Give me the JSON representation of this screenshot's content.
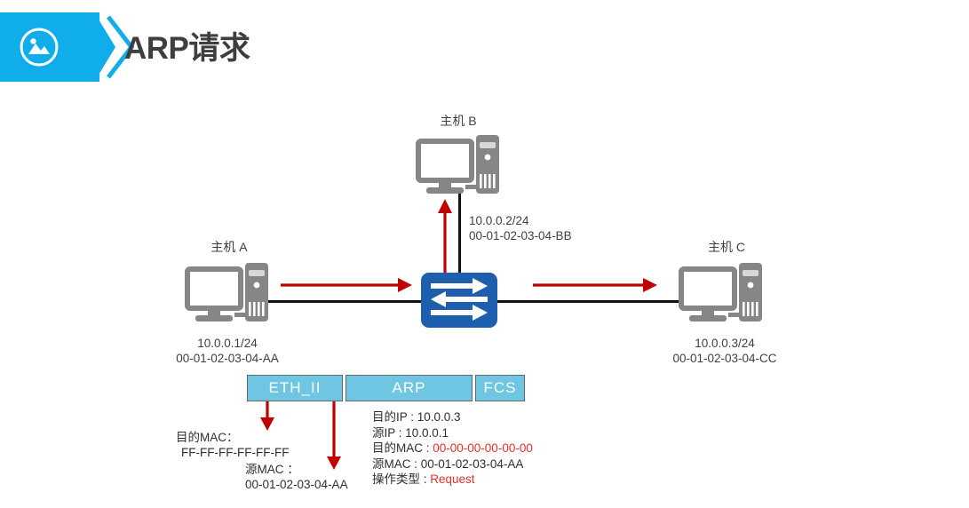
{
  "header": {
    "icon": "photo-icon",
    "title": "ARP请求",
    "banner_color": "#0fadea",
    "title_color": "#3e3e3e"
  },
  "diagram": {
    "colors": {
      "device_gray": "#868686",
      "switch_blue": "#1e5fad",
      "link_black": "#111111",
      "arrow_red": "#c00000",
      "frame_cell": "#6ec6e2",
      "frame_border": "#63696d",
      "highlight_red": "#e8312a"
    },
    "hosts": [
      {
        "name": "host-a",
        "label": "主机 A",
        "ip": "10.0.0.1/24",
        "mac": "00-01-02-03-04-AA",
        "icon": "desktop-computer-icon"
      },
      {
        "name": "host-b",
        "label": "主机 B",
        "ip": "10.0.0.2/24",
        "mac": "00-01-02-03-04-BB",
        "icon": "desktop-computer-icon"
      },
      {
        "name": "host-c",
        "label": "主机 C",
        "ip": "10.0.0.3/24",
        "mac": "00-01-02-03-04-CC",
        "icon": "desktop-computer-icon"
      }
    ],
    "switch": {
      "name": "network-switch",
      "icon": "switch-arrows-icon"
    }
  },
  "frame": {
    "cells": [
      {
        "label": "ETH_II"
      },
      {
        "label": "ARP"
      },
      {
        "label": "FCS"
      }
    ]
  },
  "annotations": {
    "dest_mac": {
      "title": "目的MAC：",
      "value": "FF-FF-FF-FF-FF-FF"
    },
    "src_mac": {
      "title": "源MAC ：",
      "value": "00-01-02-03-04-AA"
    },
    "arp_fields": [
      {
        "label": "目的IP : ",
        "value": "10.0.0.3",
        "highlight": false
      },
      {
        "label": "源IP : ",
        "value": "10.0.0.1",
        "highlight": false
      },
      {
        "label": "目的MAC : ",
        "value": "00-00-00-00-00-00",
        "highlight": true
      },
      {
        "label": "源MAC : ",
        "value": "00-01-02-03-04-AA",
        "highlight": false
      },
      {
        "label": "操作类型 : ",
        "value": "Request",
        "highlight": true
      }
    ]
  }
}
